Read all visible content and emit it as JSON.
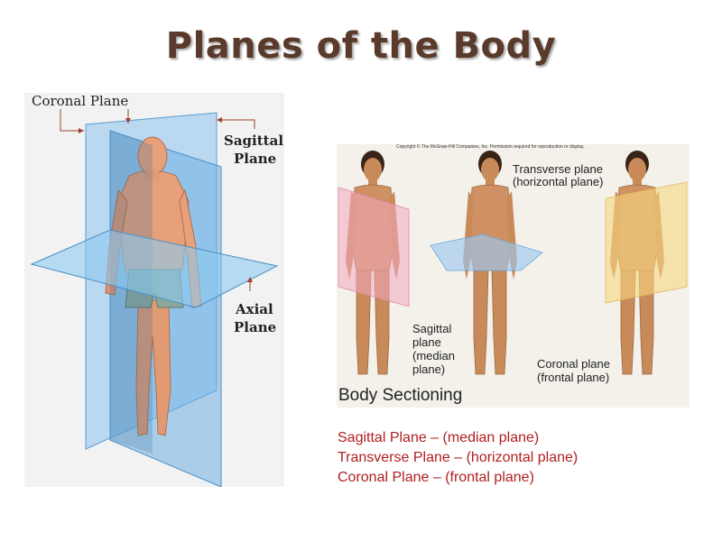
{
  "title": "Planes of the Body",
  "left_diagram": {
    "coronal_label": "Coronal Plane",
    "sagittal_label_1": "Sagittal",
    "sagittal_label_2": "Plane",
    "axial_label_1": "Axial",
    "axial_label_2": "Plane"
  },
  "right_diagram": {
    "copyright": "Copyright © The McGraw-Hill Companies, Inc. Permission required for reproduction or display.",
    "transverse_label_1": "Transverse plane",
    "transverse_label_2": "(horizontal plane)",
    "sagittal_label_1": "Sagittal",
    "sagittal_label_2": "plane",
    "sagittal_label_3": "(median",
    "sagittal_label_4": "plane)",
    "coronal_label_1": "Coronal plane",
    "coronal_label_2": "(frontal plane)",
    "caption": "Body Sectioning"
  },
  "terms": [
    "Sagittal Plane – (median plane)",
    "Transverse Plane – (horizontal plane)",
    "Coronal Plane – (frontal plane)"
  ],
  "colors": {
    "title": "#5a3a2a",
    "plane_blue": "#7fb8e6",
    "skin": "#e8a07a",
    "terms_text": "#b02020"
  }
}
